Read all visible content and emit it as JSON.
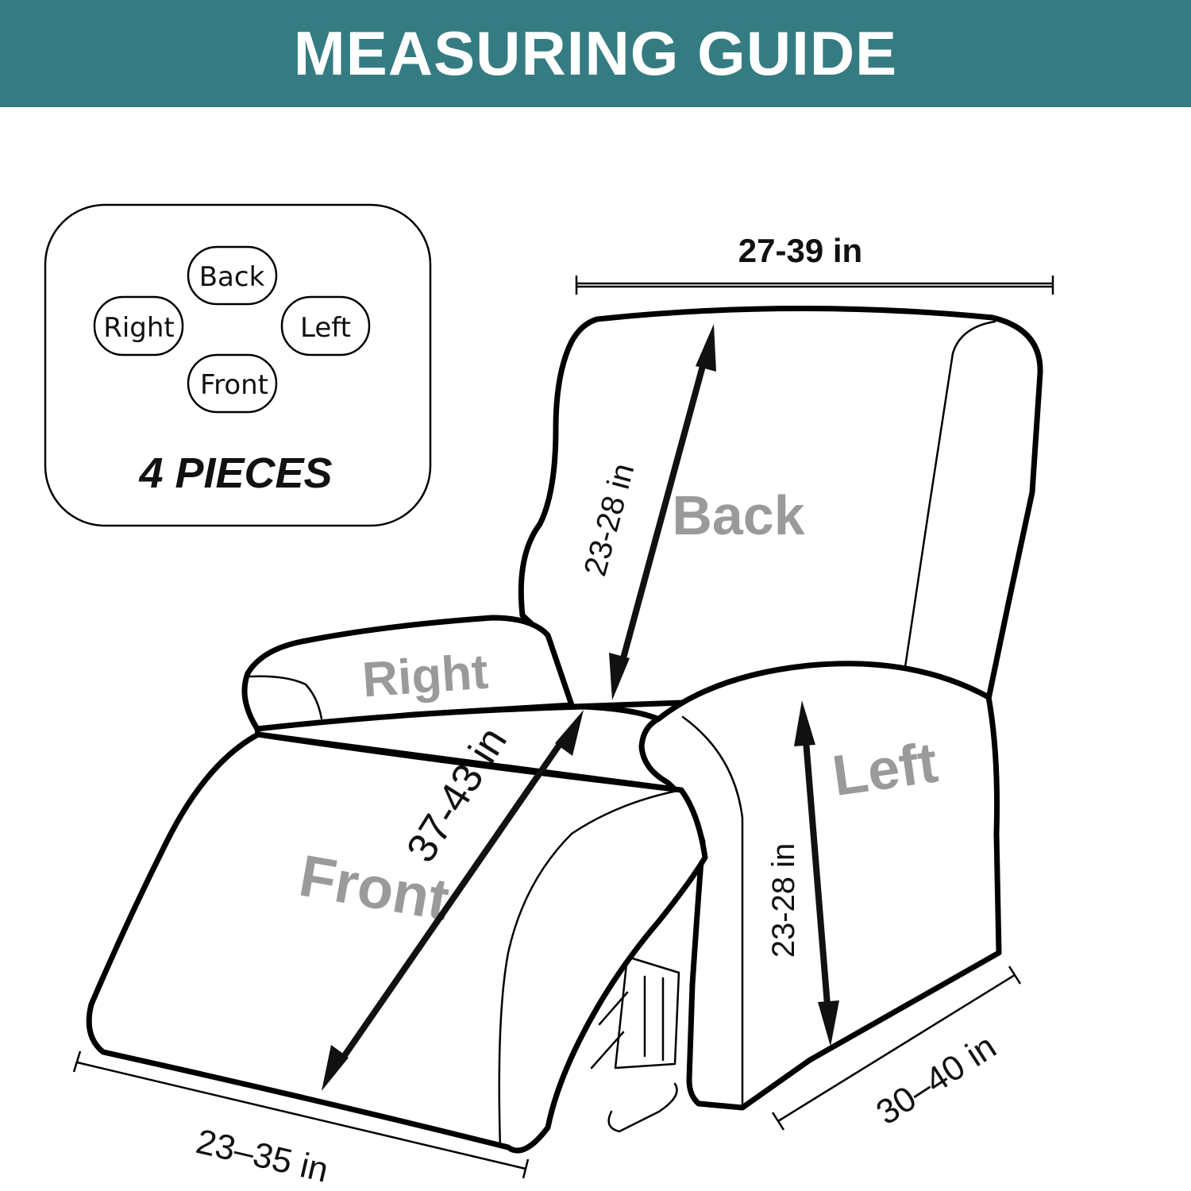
{
  "header": {
    "title": "MEASURING GUIDE"
  },
  "legend": {
    "pieces": [
      "Back",
      "Right",
      "Left",
      "Front"
    ],
    "count_label": "4 PIECES"
  },
  "parts": {
    "back": "Back",
    "right": "Right",
    "left": "Left",
    "front": "Front"
  },
  "measurements": {
    "back_width": "27-39 in",
    "back_height": "23-28 in",
    "seat_depth": "37-43 in",
    "left_height": "23-28 in",
    "front_width": "23–35 in",
    "side_depth": "30–40 in"
  },
  "colors": {
    "header_bg": "#357c82",
    "label_gray": "#9a9a9a"
  }
}
